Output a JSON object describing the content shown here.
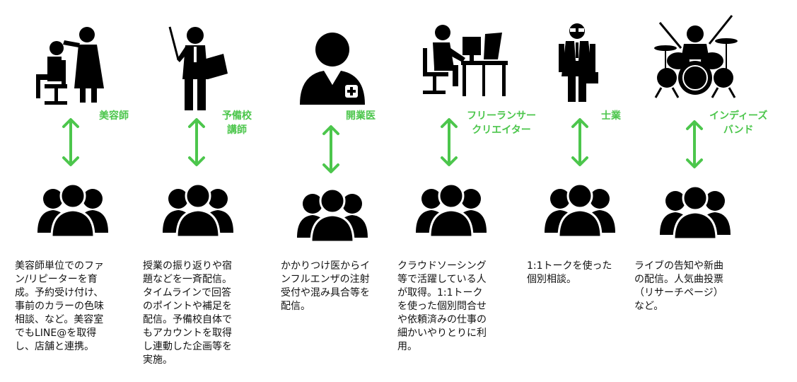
{
  "columns": [
    {
      "id": "biyoushi",
      "label": "美容師",
      "description": "美容師単位でのファ\nン/リピーターを育\n成。予約受け付け、\n事前のカラーの色味\n相談、など。美容室\nでもLINE@を取得\nし、店舗と連携。"
    },
    {
      "id": "yobikou",
      "label": "予備校講師",
      "description": "授業の振り返りや宿\n題などを一斉配信。\nタイムラインで回答\nのポイントや補足を\n配信。予備校自体で\nもアカウントを取得\nし連動した企画等を\n実施。"
    },
    {
      "id": "kaigyoui",
      "label": "開業医",
      "description": "かかりつけ医からイ\nンフルエンザの注射\n受付や混み具合等を\n配信。"
    },
    {
      "id": "freelance",
      "label": "フリーランサー\nクリエイター",
      "description": "クラウドソーシング\n等で活躍している人\nが取得。1:1トーク\nを使った個別問合せ\nや依頼済みの仕事の\n細かいやりとりに利\n用。"
    },
    {
      "id": "shigyou",
      "label": "士業",
      "description": "1:1トークを使った\n個別相談。"
    },
    {
      "id": "indies",
      "label": "インディーズ\nバンド",
      "description": "ライブの告知や新曲\nの配信。人気曲投票\n（リサーチページ）\nなど。"
    }
  ],
  "colors": {
    "accent": "#4cc64c",
    "icon": "#000000",
    "text": "#111111"
  }
}
